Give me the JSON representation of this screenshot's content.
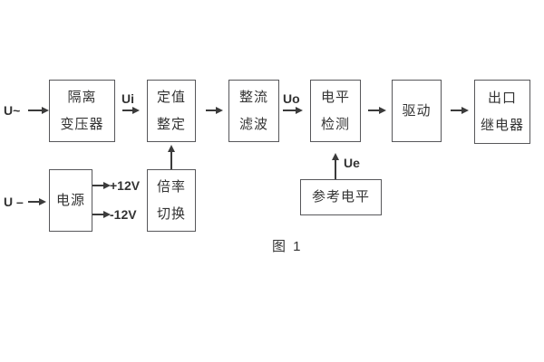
{
  "diagram": {
    "caption": "图 1",
    "colors": {
      "background": "#ffffff",
      "box_border": "#57575a",
      "arrow": "#3b3b3b",
      "text": "#333333"
    },
    "blocks": {
      "isolation_transformer": {
        "line1": "隔离",
        "line2": "变压器"
      },
      "setting_adjustment": {
        "line1": "定值",
        "line2": "整定"
      },
      "rectifier_filter": {
        "line1": "整流",
        "line2": "滤波"
      },
      "level_detection": {
        "line1": "电平",
        "line2": "检测"
      },
      "driver": {
        "line1": "驱动"
      },
      "output_relay": {
        "line1": "出口",
        "line2": "继电器"
      },
      "power_supply": {
        "line1": "电源"
      },
      "ratio_switching": {
        "line1": "倍率",
        "line2": "切换"
      },
      "reference_level": {
        "line1": "参考电平"
      }
    },
    "labels": {
      "input_ac": "U~",
      "input_dc": "U –",
      "ui": "Ui",
      "uo": "Uo",
      "ue": "Ue",
      "plus_12v": "+12V",
      "minus_12v": "-12V"
    }
  }
}
